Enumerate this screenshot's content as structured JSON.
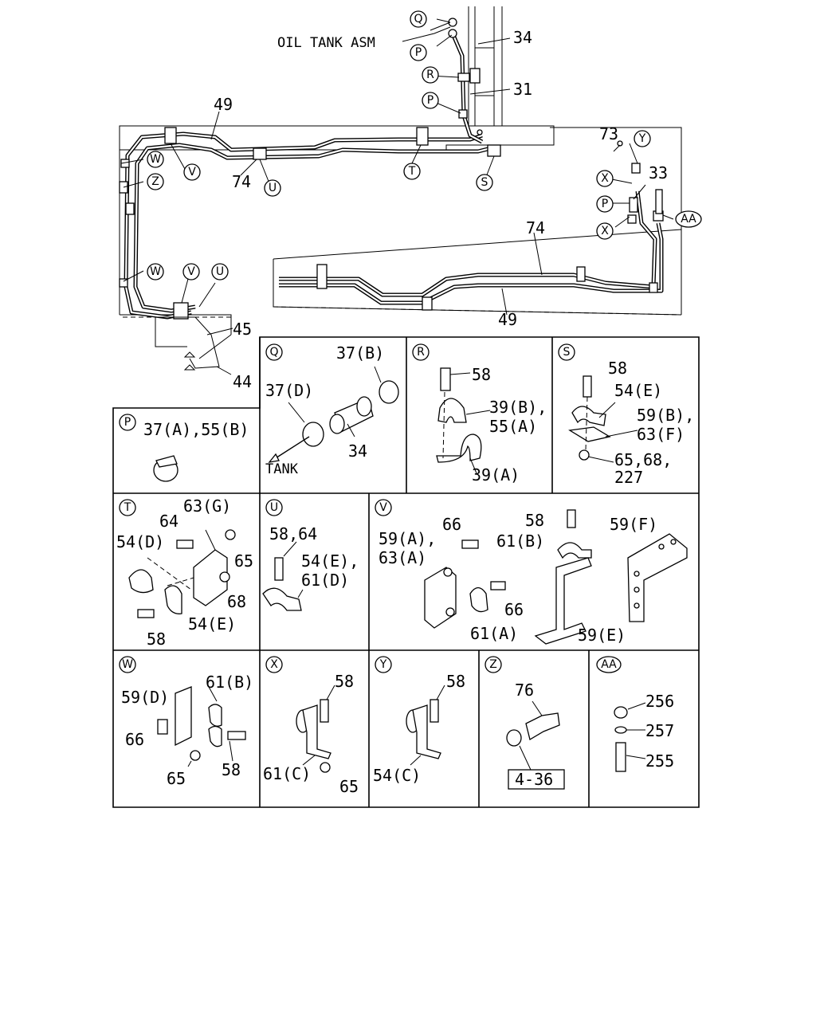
{
  "main": {
    "title": "OIL TANK ASM",
    "callouts": {
      "q": "Q",
      "p1": "P",
      "r": "R",
      "p2": "P",
      "w1": "W",
      "z": "Z",
      "v1": "V",
      "u1": "U",
      "t": "T",
      "s": "S",
      "y": "Y",
      "x1": "X",
      "p3": "P",
      "x2": "X",
      "aa": "AA",
      "w2": "W",
      "v2": "V",
      "u2": "U"
    },
    "numbers": {
      "n34": "34",
      "n31": "31",
      "n49a": "49",
      "n74a": "74",
      "n73": "73",
      "n33": "33",
      "n74b": "74",
      "n49b": "49",
      "n45": "45",
      "n44": "44"
    }
  },
  "panels": {
    "Q": {
      "tag": "Q",
      "labels": [
        "37(B)",
        "37(D)",
        "34",
        "TANK"
      ]
    },
    "R": {
      "tag": "R",
      "labels": [
        "58",
        "39(B),",
        "55(A)",
        "39(A)"
      ]
    },
    "S": {
      "tag": "S",
      "labels": [
        "58",
        "54(E)",
        "59(B),",
        "63(F)",
        "65,68,",
        "227"
      ]
    },
    "P": {
      "tag": "P",
      "labels": [
        "37(A),55(B)"
      ]
    },
    "T": {
      "tag": "T",
      "labels": [
        "63(G)",
        "64",
        "54(D)",
        "65",
        "68",
        "58",
        "54(E)"
      ]
    },
    "U": {
      "tag": "U",
      "labels": [
        "58,64",
        "54(E),",
        "61(D)"
      ]
    },
    "V": {
      "tag": "V",
      "labels": [
        "66",
        "58",
        "59(F)",
        "59(A),",
        "63(A)",
        "61(B)",
        "66",
        "61(A)",
        "59(E)"
      ]
    },
    "W": {
      "tag": "W",
      "labels": [
        "61(B)",
        "59(D)",
        "66",
        "65",
        "58"
      ]
    },
    "X": {
      "tag": "X",
      "labels": [
        "58",
        "61(C)",
        "65"
      ]
    },
    "Y": {
      "tag": "Y",
      "labels": [
        "58",
        "54(C)"
      ]
    },
    "Z": {
      "tag": "Z",
      "labels": [
        "76",
        "4-36"
      ]
    },
    "AA": {
      "tag": "AA",
      "labels": [
        "256",
        "257",
        "255"
      ]
    }
  }
}
